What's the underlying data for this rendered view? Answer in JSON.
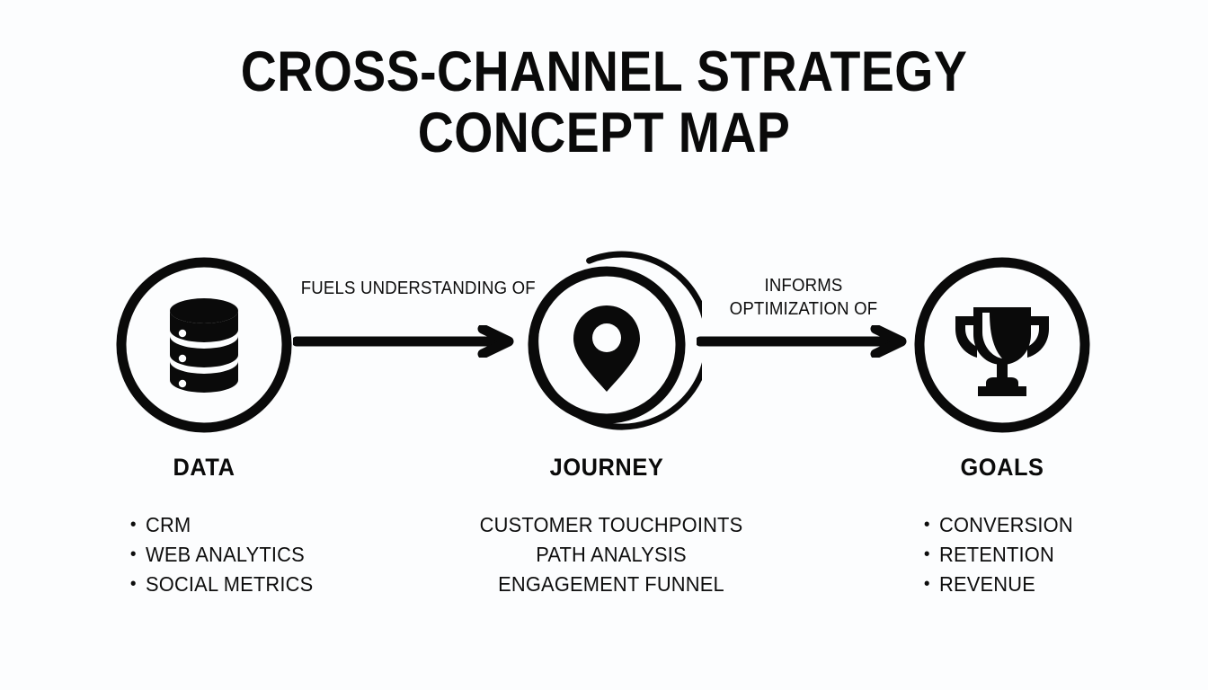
{
  "title": {
    "line1": "CROSS-CHANNEL STRATEGY",
    "line2": "CONCEPT MAP"
  },
  "colors": {
    "background": "#fcfdfe",
    "ink": "#0a0a0a"
  },
  "nodes": [
    {
      "id": "data",
      "label": "DATA",
      "icon": "database-icon",
      "items": [
        {
          "bullet": "•",
          "text": "CRM"
        },
        {
          "bullet": "•",
          "text": "WEB ANALYTICS"
        },
        {
          "bullet": "•",
          "text": "SOCIAL METRICS"
        }
      ]
    },
    {
      "id": "journey",
      "label": "JOURNEY",
      "icon": "map-pin-icon",
      "items": [
        {
          "bullet": "",
          "text": "CUSTOMER TOUCHPOINTS"
        },
        {
          "bullet": "",
          "text": "PATH ANALYSIS"
        },
        {
          "bullet": "",
          "text": "ENGAGEMENT FUNNEL"
        }
      ]
    },
    {
      "id": "goals",
      "label": "GOALS",
      "icon": "trophy-icon",
      "items": [
        {
          "bullet": "•",
          "text": "CONVERSION"
        },
        {
          "bullet": "•",
          "text": "RETENTION"
        },
        {
          "bullet": "•",
          "text": "REVENUE"
        }
      ]
    }
  ],
  "connectors": [
    {
      "id": "data-to-journey",
      "from": "DATA",
      "to": "JOURNEY",
      "label_line1": "FUELS UNDERSTANDING OF",
      "label_line2": ""
    },
    {
      "id": "journey-to-goals",
      "from": "JOURNEY",
      "to": "GOALS",
      "label_line1": "INFORMS",
      "label_line2": "OPTIMIZATION OF"
    }
  ]
}
